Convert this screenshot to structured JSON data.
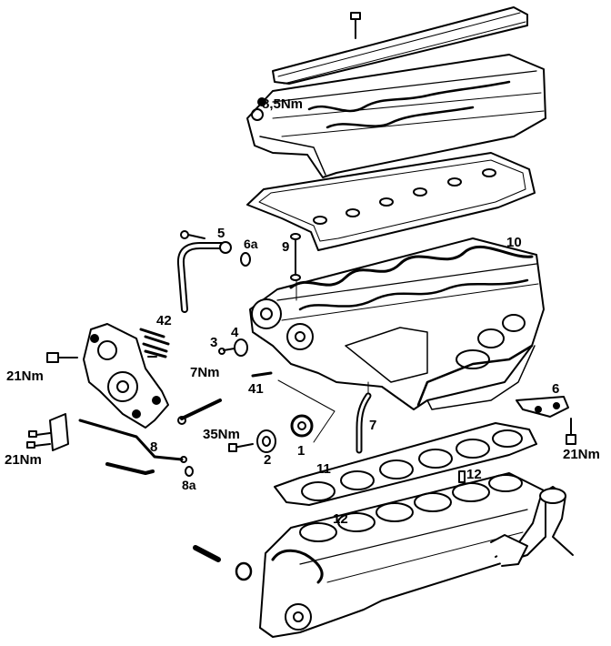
{
  "labels": {
    "torque_8_5": "8,5Nm",
    "part_10": "10",
    "part_5": "5",
    "part_6a": "6a",
    "part_9": "9",
    "part_42": "42",
    "part_3": "3",
    "part_4": "4",
    "torque_7nm": "7Nm",
    "torque_21nm_left": "21Nm",
    "part_41": "41",
    "part_7": "7",
    "part_6": "6",
    "torque_35nm": "35Nm",
    "part_1": "1",
    "part_2": "2",
    "part_8": "8",
    "part_8a": "8a",
    "torque_21nm_lower_left": "21Nm",
    "torque_21nm_right": "21Nm",
    "part_11": "11",
    "part_12_right": "12",
    "part_12_lower": "12"
  },
  "colors": {
    "ink": "#000000",
    "paper": "#ffffff"
  }
}
